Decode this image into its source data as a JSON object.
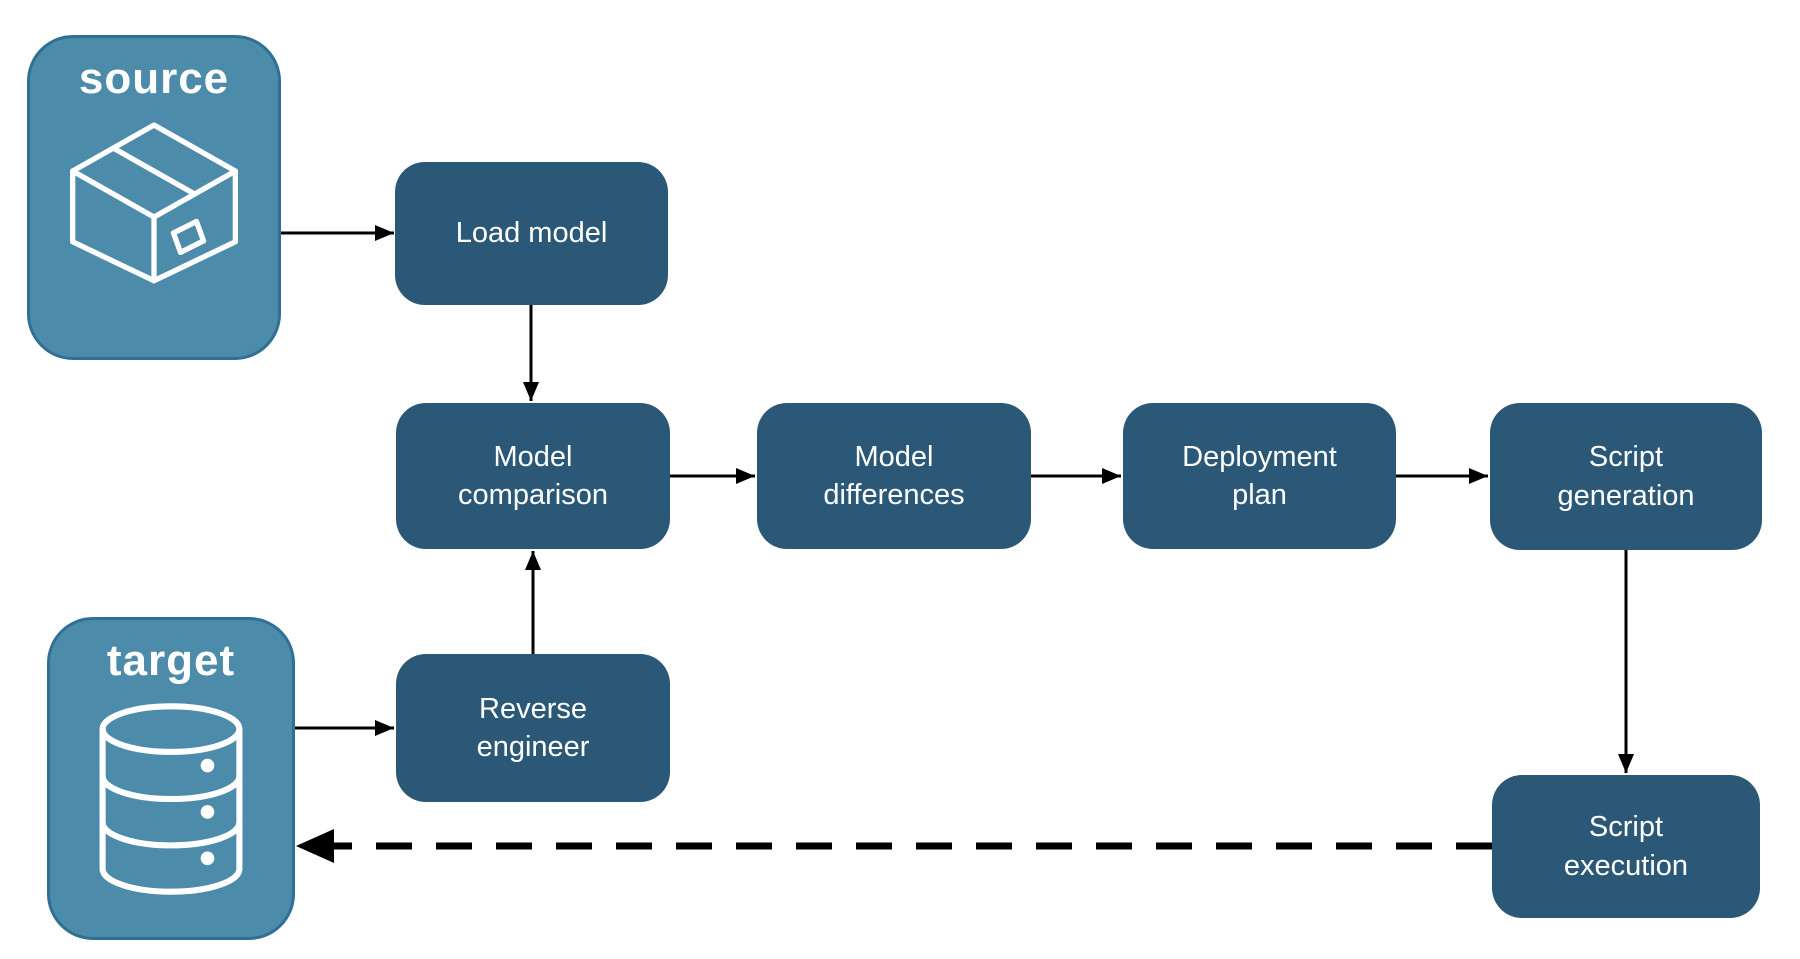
{
  "background": "#ffffff",
  "colors": {
    "background": "#ffffff",
    "terminal_fill": "#4d8bab",
    "terminal_border": "#2f7094",
    "node_fill": "#2b5876",
    "label_text": "#ffffff",
    "arrow": "#000000"
  },
  "terminals": {
    "source": {
      "label": "source",
      "icon": "package-icon"
    },
    "target": {
      "label": "target",
      "icon": "database-icon"
    }
  },
  "nodes": {
    "load_model": {
      "label": "Load model"
    },
    "model_comparison": {
      "label": "Model comparison"
    },
    "model_differences": {
      "label": "Model differences"
    },
    "deployment_plan": {
      "label": "Deployment plan"
    },
    "script_generation": {
      "label": "Script generation"
    },
    "reverse_engineer": {
      "label": "Reverse engineer"
    },
    "script_execution": {
      "label": "Script execution"
    }
  },
  "edges": [
    {
      "from": "source",
      "to": "load_model",
      "style": "solid"
    },
    {
      "from": "load_model",
      "to": "model_comparison",
      "style": "solid"
    },
    {
      "from": "target",
      "to": "reverse_engineer",
      "style": "solid"
    },
    {
      "from": "reverse_engineer",
      "to": "model_comparison",
      "style": "solid"
    },
    {
      "from": "model_comparison",
      "to": "model_differences",
      "style": "solid"
    },
    {
      "from": "model_differences",
      "to": "deployment_plan",
      "style": "solid"
    },
    {
      "from": "deployment_plan",
      "to": "script_generation",
      "style": "solid"
    },
    {
      "from": "script_generation",
      "to": "script_execution",
      "style": "solid"
    },
    {
      "from": "script_execution",
      "to": "target",
      "style": "dashed"
    }
  ]
}
